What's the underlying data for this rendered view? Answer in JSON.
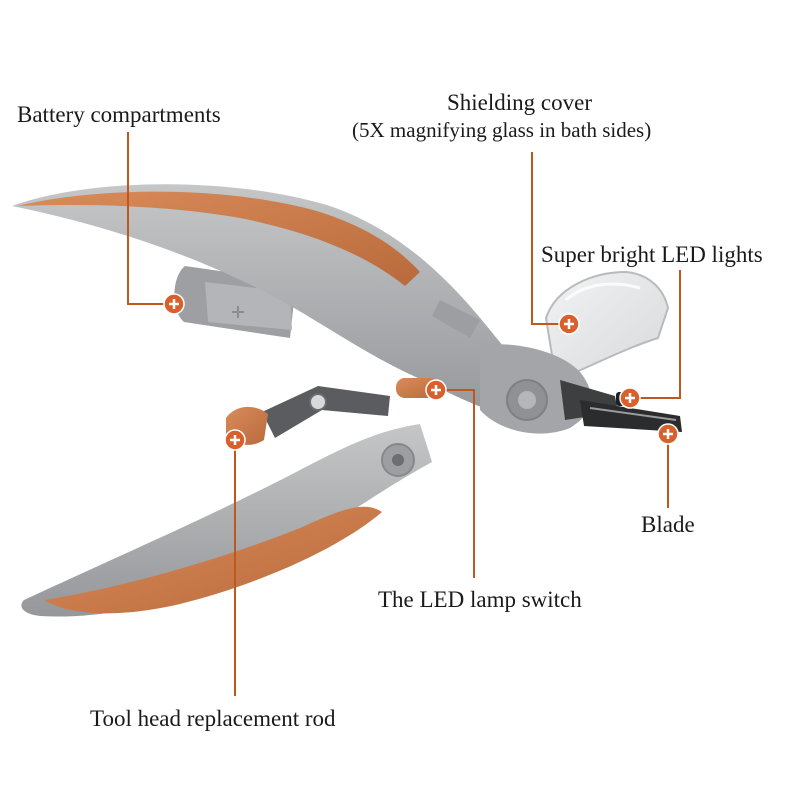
{
  "colors": {
    "body_grey": "#a9abad",
    "grip_orange": "#c97b4a",
    "marker_orange": "#d8602c",
    "leader_line": "#c0571f"
  },
  "callouts": {
    "battery": {
      "label": "Battery compartments",
      "icon": "plus-marker-icon"
    },
    "shielding": {
      "label": "Shielding cover",
      "sublabel": "(5X magnifying glass in bath sides)",
      "icon": "plus-marker-icon"
    },
    "led_lights": {
      "label": "Super bright LED lights",
      "icon": "plus-marker-icon"
    },
    "blade": {
      "label": "Blade",
      "icon": "plus-marker-icon"
    },
    "led_switch": {
      "label": "The LED lamp switch",
      "icon": "plus-marker-icon"
    },
    "tool_rod": {
      "label": "Tool head replacement rod",
      "icon": "plus-marker-icon"
    }
  }
}
